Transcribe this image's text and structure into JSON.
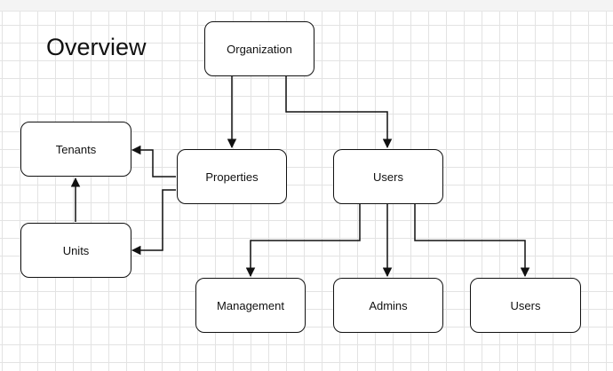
{
  "diagram": {
    "title": "Overview",
    "nodes": {
      "organization": "Organization",
      "tenants": "Tenants",
      "properties": "Properties",
      "users": "Users",
      "units": "Units",
      "management": "Management",
      "admins": "Admins",
      "users_child": "Users"
    },
    "edges": [
      {
        "from": "organization",
        "to": "properties"
      },
      {
        "from": "organization",
        "to": "users"
      },
      {
        "from": "properties",
        "to": "tenants"
      },
      {
        "from": "properties",
        "to": "units"
      },
      {
        "from": "units",
        "to": "tenants"
      },
      {
        "from": "users",
        "to": "management"
      },
      {
        "from": "users",
        "to": "admins"
      },
      {
        "from": "users",
        "to": "users_child"
      }
    ]
  },
  "colors": {
    "stroke": "#111111",
    "grid": "#e3e3e3",
    "background": "#ffffff"
  }
}
